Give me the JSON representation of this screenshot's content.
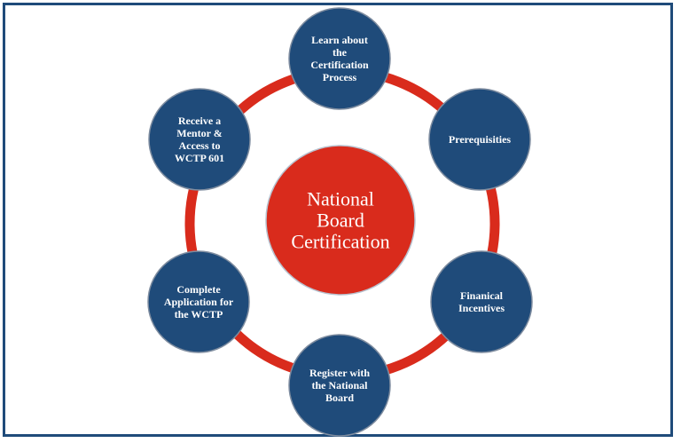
{
  "colors": {
    "ring": "#d92b1c",
    "node_fill": "#1f4b7a",
    "node_stroke": "#7f8da0",
    "center_fill": "#d92b1c",
    "frame": "#1f4b7a",
    "text": "#ffffff"
  },
  "center": {
    "lines": [
      "National",
      "Board",
      "Certification"
    ]
  },
  "nodes": [
    {
      "id": "learn",
      "lines": [
        "Learn about",
        "the",
        "Certification",
        "Process"
      ]
    },
    {
      "id": "prereq",
      "lines": [
        "Prerequisities"
      ]
    },
    {
      "id": "financial",
      "lines": [
        "Finanical",
        "Incentives"
      ]
    },
    {
      "id": "register",
      "lines": [
        "Register with",
        "the National",
        "Board"
      ]
    },
    {
      "id": "complete",
      "lines": [
        "Complete",
        "Application for",
        "the WCTP"
      ]
    },
    {
      "id": "mentor",
      "lines": [
        "Receive a",
        "Mentor &",
        "Access to",
        "WCTP 601"
      ]
    }
  ]
}
